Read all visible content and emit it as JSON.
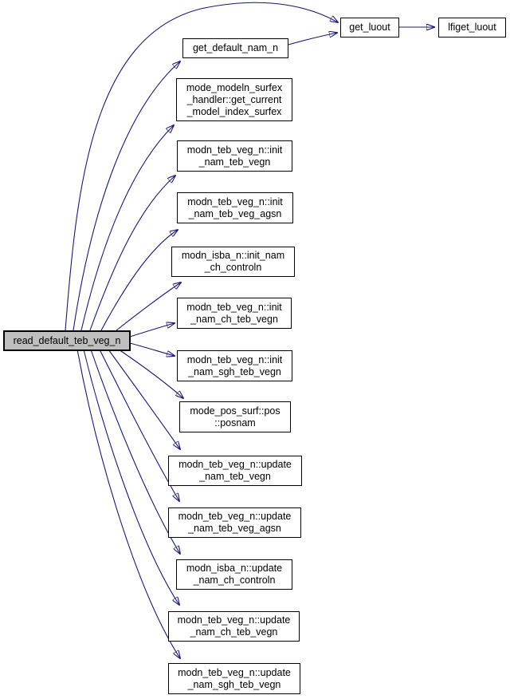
{
  "diagram": {
    "kind": "call-graph",
    "root": "read_default_teb_veg_n",
    "colors": {
      "edge": "#191970",
      "node_border": "#000000",
      "node_fill": "#ffffff",
      "root_fill": "#bfbfbf",
      "background": "#ffffff",
      "text": "#000000"
    }
  },
  "nodes": [
    {
      "id": "read_default_teb_veg_n",
      "label": "read_default_teb_veg_n",
      "is_root": true
    },
    {
      "id": "get_luout",
      "label": "get_luout"
    },
    {
      "id": "lfiget_luout",
      "label": "lfiget_luout"
    },
    {
      "id": "get_default_nam_n",
      "label": "get_default_nam_n"
    },
    {
      "id": "mode_modeln_surfex_handler::get_current_model_index_surfex",
      "label": "mode_modeln_surfex\n_handler::get_current\n_model_index_surfex"
    },
    {
      "id": "modn_teb_veg_n::init_nam_teb_vegn",
      "label": "modn_teb_veg_n::init\n_nam_teb_vegn"
    },
    {
      "id": "modn_teb_veg_n::init_nam_teb_veg_agsn",
      "label": "modn_teb_veg_n::init\n_nam_teb_veg_agsn"
    },
    {
      "id": "modn_isba_n::init_nam_ch_controln",
      "label": "modn_isba_n::init_nam\n_ch_controln"
    },
    {
      "id": "modn_teb_veg_n::init_nam_ch_teb_vegn",
      "label": "modn_teb_veg_n::init\n_nam_ch_teb_vegn"
    },
    {
      "id": "modn_teb_veg_n::init_nam_sgh_teb_vegn",
      "label": "modn_teb_veg_n::init\n_nam_sgh_teb_vegn"
    },
    {
      "id": "mode_pos_surf::pos::posnam",
      "label": "mode_pos_surf::pos\n::posnam"
    },
    {
      "id": "modn_teb_veg_n::update_nam_teb_vegn",
      "label": "modn_teb_veg_n::update\n_nam_teb_vegn"
    },
    {
      "id": "modn_teb_veg_n::update_nam_teb_veg_agsn",
      "label": "modn_teb_veg_n::update\n_nam_teb_veg_agsn"
    },
    {
      "id": "modn_isba_n::update_nam_ch_controln",
      "label": "modn_isba_n::update\n_nam_ch_controln"
    },
    {
      "id": "modn_teb_veg_n::update_nam_ch_teb_vegn",
      "label": "modn_teb_veg_n::update\n_nam_ch_teb_vegn"
    },
    {
      "id": "modn_teb_veg_n::update_nam_sgh_teb_vegn",
      "label": "modn_teb_veg_n::update\n_nam_sgh_teb_vegn"
    }
  ],
  "edges": [
    {
      "from": "read_default_teb_veg_n",
      "to": "get_luout"
    },
    {
      "from": "read_default_teb_veg_n",
      "to": "get_default_nam_n"
    },
    {
      "from": "read_default_teb_veg_n",
      "to": "mode_modeln_surfex_handler::get_current_model_index_surfex"
    },
    {
      "from": "read_default_teb_veg_n",
      "to": "modn_teb_veg_n::init_nam_teb_vegn"
    },
    {
      "from": "read_default_teb_veg_n",
      "to": "modn_teb_veg_n::init_nam_teb_veg_agsn"
    },
    {
      "from": "read_default_teb_veg_n",
      "to": "modn_isba_n::init_nam_ch_controln"
    },
    {
      "from": "read_default_teb_veg_n",
      "to": "modn_teb_veg_n::init_nam_ch_teb_vegn"
    },
    {
      "from": "read_default_teb_veg_n",
      "to": "modn_teb_veg_n::init_nam_sgh_teb_vegn"
    },
    {
      "from": "read_default_teb_veg_n",
      "to": "mode_pos_surf::pos::posnam"
    },
    {
      "from": "read_default_teb_veg_n",
      "to": "modn_teb_veg_n::update_nam_teb_vegn"
    },
    {
      "from": "read_default_teb_veg_n",
      "to": "modn_teb_veg_n::update_nam_teb_veg_agsn"
    },
    {
      "from": "read_default_teb_veg_n",
      "to": "modn_isba_n::update_nam_ch_controln"
    },
    {
      "from": "read_default_teb_veg_n",
      "to": "modn_teb_veg_n::update_nam_ch_teb_vegn"
    },
    {
      "from": "read_default_teb_veg_n",
      "to": "modn_teb_veg_n::update_nam_sgh_teb_vegn"
    },
    {
      "from": "get_default_nam_n",
      "to": "get_luout"
    },
    {
      "from": "get_luout",
      "to": "lfiget_luout"
    }
  ]
}
